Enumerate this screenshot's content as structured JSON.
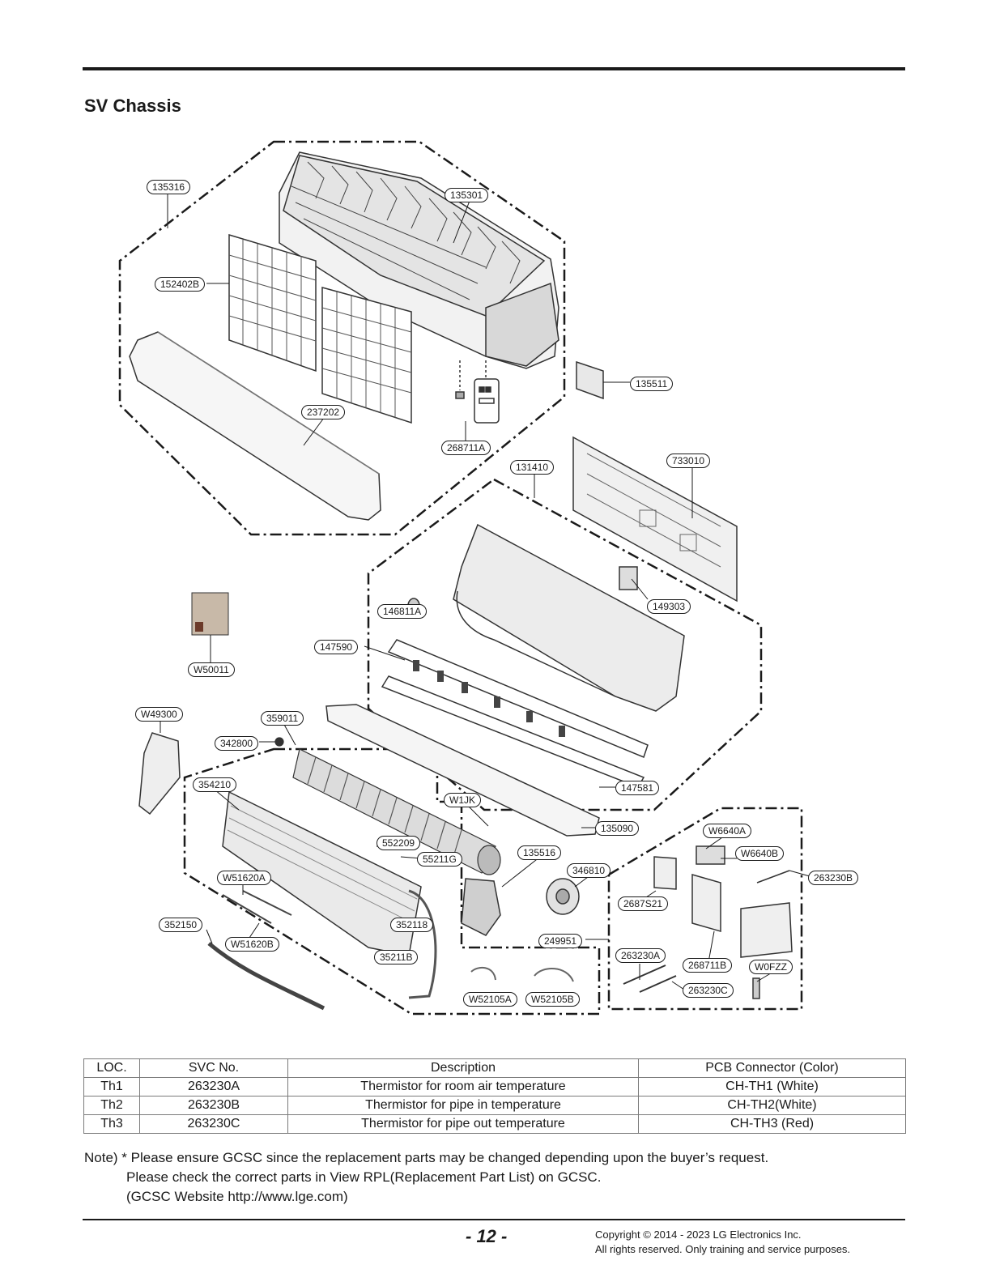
{
  "section_title": "SV Chassis",
  "part_labels": [
    "135316",
    "135301",
    "152402B",
    "237202",
    "268711A",
    "135511",
    "131410",
    "733010",
    "146811A",
    "149303",
    "147590",
    "W50011",
    "W49300",
    "359011",
    "342800",
    "147581",
    "354210",
    "W1JK",
    "135090",
    "552209",
    "55211G",
    "135516",
    "346810",
    "W6640A",
    "W6640B",
    "263230B",
    "W51620A",
    "2687S21",
    "352150",
    "352118",
    "W51620B",
    "249951",
    "35211B",
    "263230A",
    "268711B",
    "W0FZZ",
    "W52105A",
    "W52105B",
    "263230C"
  ],
  "table": {
    "headers": [
      "LOC.",
      "SVC No.",
      "Description",
      "PCB Connector (Color)"
    ],
    "rows": [
      [
        "Th1",
        "263230A",
        "Thermistor for room air temperature",
        "CH-TH1 (White)"
      ],
      [
        "Th2",
        "263230B",
        "Thermistor for pipe in temperature",
        "CH-TH2(White)"
      ],
      [
        "Th3",
        "263230C",
        "Thermistor for pipe out temperature",
        "CH-TH3 (Red)"
      ]
    ]
  },
  "note": {
    "line1": "Note) * Please ensure GCSC since the replacement parts may be changed depending upon the buyer’s request.",
    "line2": "Please check the correct parts in View RPL(Replacement Part List) on GCSC.",
    "line3": "(GCSC Website http://www.lge.com)"
  },
  "footer": {
    "page_number": "- 12 -",
    "copyright_line1": "Copyright © 2014 - 2023 LG Electronics Inc.",
    "copyright_line2": "All rights reserved. Only training and service purposes."
  }
}
